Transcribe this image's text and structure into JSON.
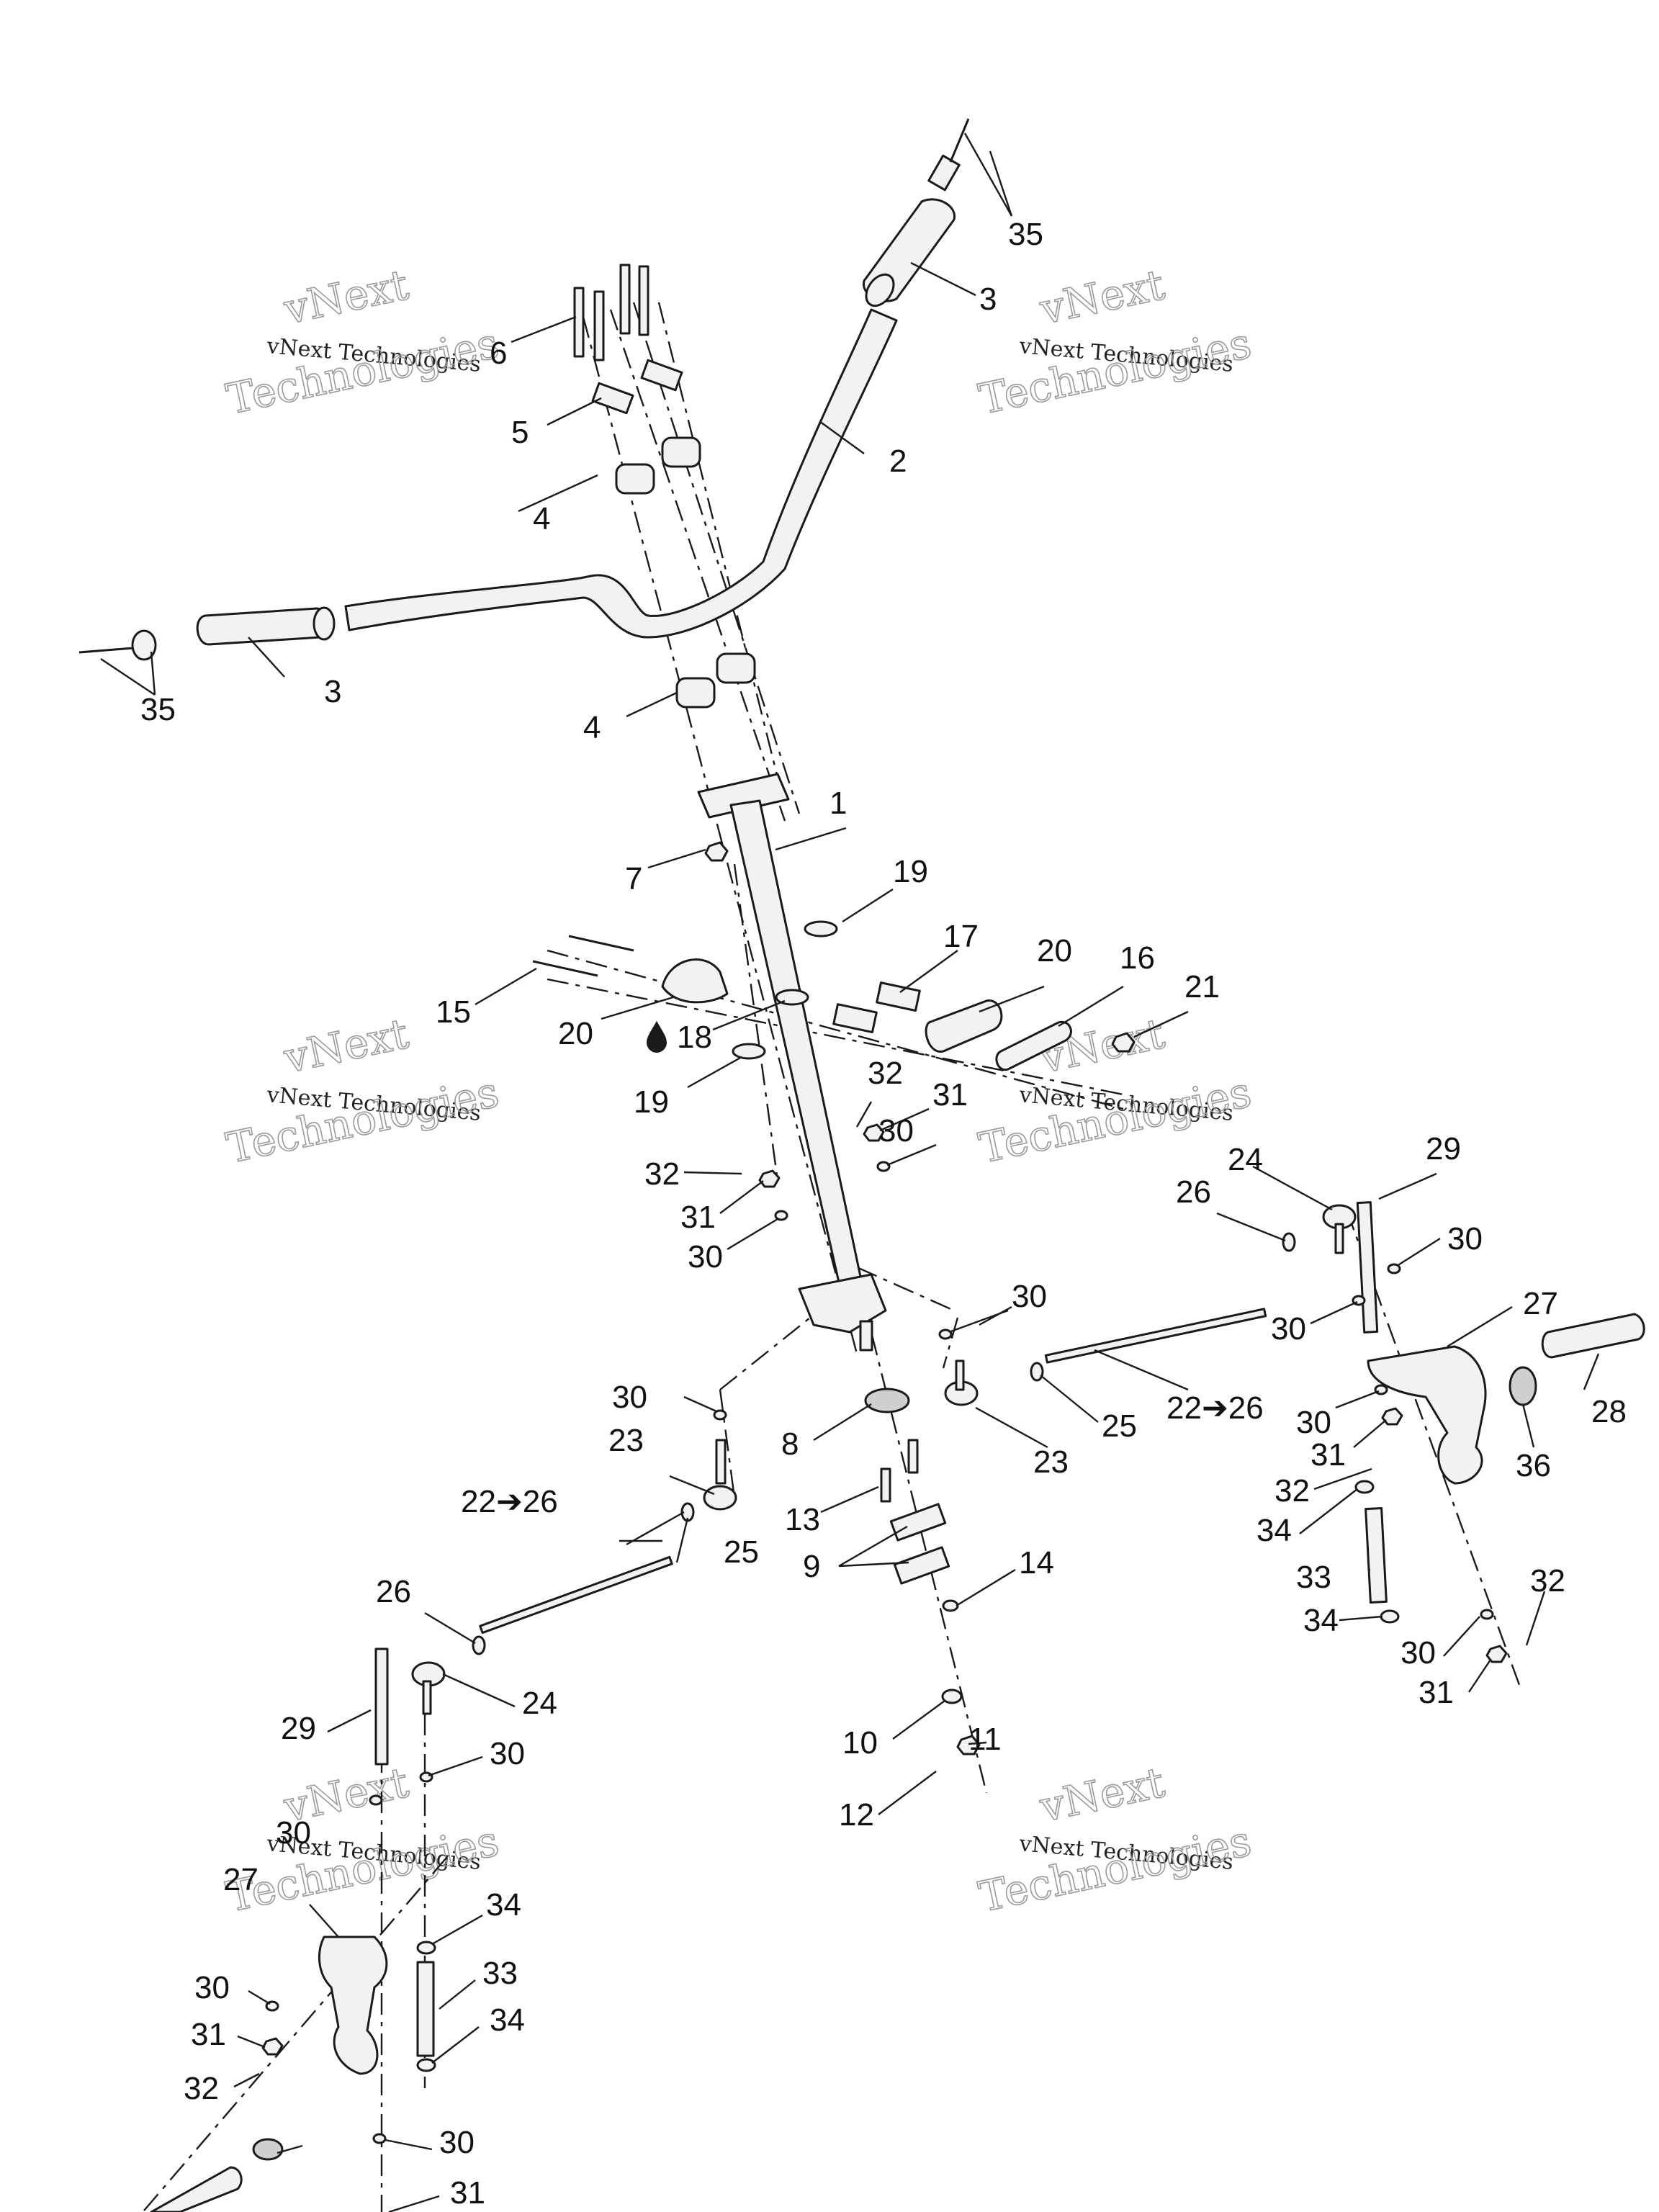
{
  "watermark": {
    "line1": "vNext",
    "line2": "vNext Technologies",
    "line3": "Technologies"
  },
  "callouts": {
    "c1": "1",
    "c2": "2",
    "c3a": "3",
    "c3b": "3",
    "c4a": "4",
    "c4b": "4",
    "c5": "5",
    "c6": "6",
    "c7": "7",
    "c8": "8",
    "c9": "9",
    "c10": "10",
    "c11": "11",
    "c12": "12",
    "c13": "13",
    "c14": "14",
    "c15": "15",
    "c16": "16",
    "c17": "17",
    "c18": "18",
    "c19a": "19",
    "c19b": "19",
    "c20a": "20",
    "c20b": "20",
    "c21": "21",
    "c22a": "22➔26",
    "c22b": "22➔26",
    "c23a": "23",
    "c23b": "23",
    "c24a": "24",
    "c24b": "24",
    "c25a": "25",
    "c25b": "25",
    "c26a": "26",
    "c26b": "26",
    "c27a": "27",
    "c27b": "27",
    "c28": "28",
    "c29a": "29",
    "c29b": "29",
    "c30a": "30",
    "c30b": "30",
    "c30c": "30",
    "c30d": "30",
    "c30e": "30",
    "c30f": "30",
    "c30g": "30",
    "c30h": "30",
    "c30i": "30",
    "c30j": "30",
    "c30k": "30",
    "c30l": "30",
    "c31a": "31",
    "c31b": "31",
    "c31c": "31",
    "c31d": "31",
    "c31e": "31",
    "c31f": "31",
    "c32a": "32",
    "c32b": "32",
    "c32c": "32",
    "c32d": "32",
    "c32e": "32",
    "c33a": "33",
    "c33b": "33",
    "c34a": "34",
    "c34b": "34",
    "c34c": "34",
    "c34d": "34",
    "c35a": "35",
    "c35b": "35",
    "c36": "36"
  },
  "colors": {
    "ink": "#1a1a1a",
    "part_fill": "#f2f2f2",
    "watermark": "#9a9a9a"
  }
}
